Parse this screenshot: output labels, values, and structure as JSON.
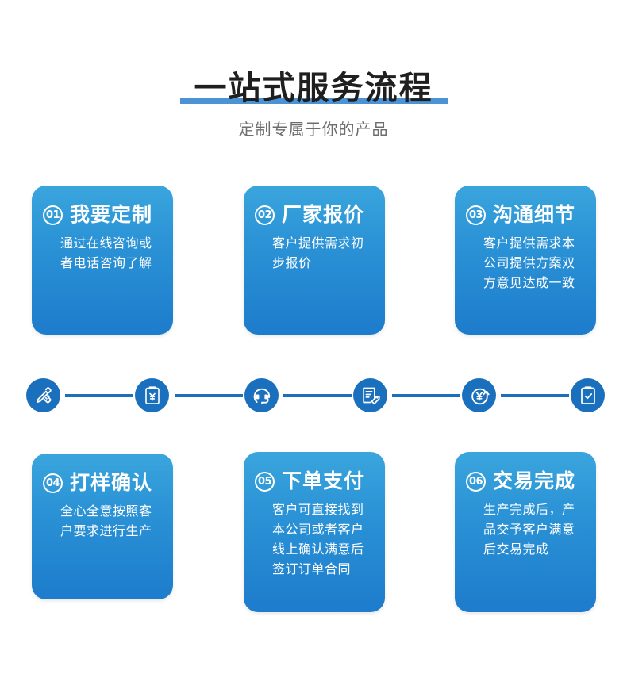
{
  "header": {
    "title": "一站式服务流程",
    "subtitle": "定制专属于你的产品",
    "title_color": "#1f1f1f",
    "underline_color": "#4c93d6",
    "subtitle_color": "#6d6d6d"
  },
  "theme": {
    "card_gradient_top": "#3aa5dd",
    "card_gradient_bottom": "#1d7ccc",
    "icon_blue": "#1b70bd",
    "background": "#ffffff"
  },
  "cards": [
    {
      "number": "01",
      "title": "我要定制",
      "desc": "通过在线咨询或者电话咨询了解"
    },
    {
      "number": "02",
      "title": "厂家报价",
      "desc": "客户提供需求初步报价"
    },
    {
      "number": "03",
      "title": "沟通细节",
      "desc": "客户提供需求本公司提供方案双方意见达成一致"
    },
    {
      "number": "04",
      "title": "打样确认",
      "desc": "全心全意按照客户要求进行生产"
    },
    {
      "number": "05",
      "title": "下单支付",
      "desc": "客户可直接找到本公司或者客户线上确认满意后签订订单合同"
    },
    {
      "number": "06",
      "title": "交易完成",
      "desc": "生产完成后，产品交予客户满意后交易完成"
    }
  ],
  "steps": [
    {
      "icon": "pen-ruler-icon",
      "label": "我要定制"
    },
    {
      "icon": "clipboard-yuan-icon",
      "label": "厂家报价"
    },
    {
      "icon": "headset-icon",
      "label": "沟通细节"
    },
    {
      "icon": "document-tag-icon",
      "label": "打样确认"
    },
    {
      "icon": "yuan-circle-icon",
      "label": "下单支付"
    },
    {
      "icon": "clipboard-check-icon",
      "label": "交易完成"
    }
  ]
}
